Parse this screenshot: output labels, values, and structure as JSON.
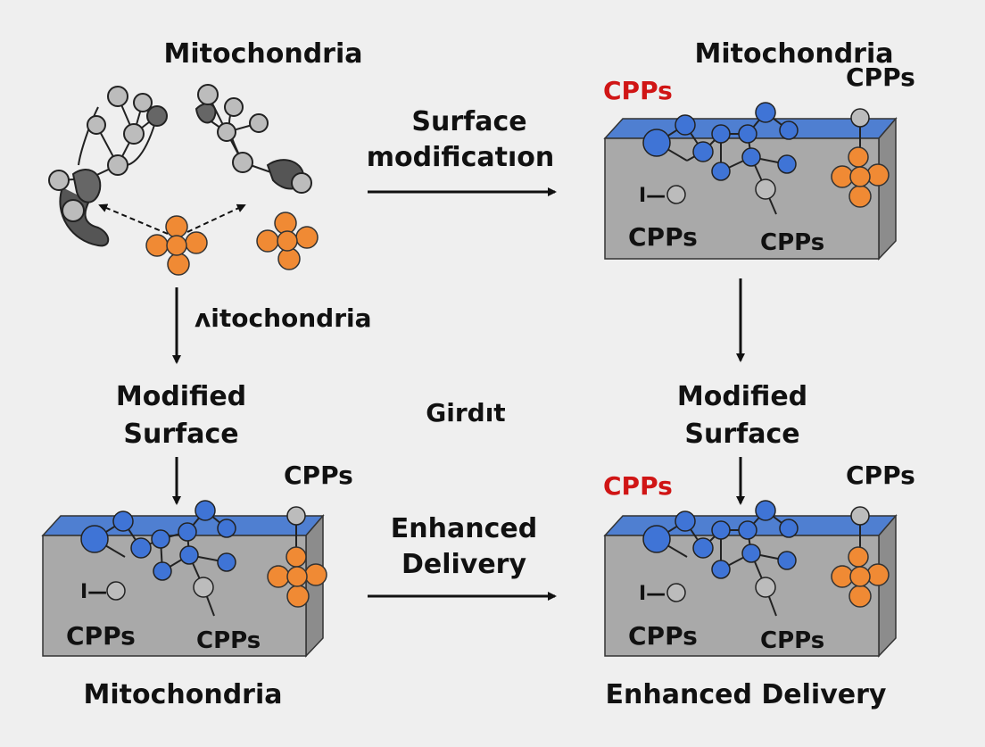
{
  "labels": {
    "top_left_title": "Mitochondria",
    "top_right_title": "Mitochondria",
    "top_right_cpps_red": "CPPs",
    "top_right_cpps_corner": "CPPs",
    "top_right_cpps_left": "CPPs",
    "top_right_cpps_mid": "CPPs",
    "arrow_top_label_line1": "Surface",
    "arrow_top_label_line2": "modificatıon",
    "left_down_label": "ʌitochondria",
    "left_modified_line1": "Modified",
    "left_modified_line2": "Surface",
    "center_label": "Girdıt",
    "right_modified_line1": "Modified",
    "right_modified_line2": "Surface",
    "bottom_left_cpps_corner": "CPPs",
    "bottom_left_cpps_left": "CPPs",
    "bottom_left_cpps_mid": "CPPs",
    "bottom_mid_line1": "Enhanced",
    "bottom_mid_line2": "Delivery",
    "bottom_right_cpps_red": "CPPs",
    "bottom_right_cpps_corner": "CPPs",
    "bottom_right_cpps_left": "CPPs",
    "bottom_right_cpps_mid": "CPPs",
    "bottom_left_title": "Mitochondria",
    "bottom_right_title": "Enhanced Delivery",
    "key_symbol": "I—"
  },
  "colors": {
    "background": "#efefef",
    "slab_front": "#a9a9a9",
    "slab_side": "#8c8c8c",
    "slab_top": "#4f7fd1",
    "node_blue": "#3f74d6",
    "node_orange": "#f08a34",
    "node_gray": "#bcbcbc",
    "node_dark": "#666666",
    "text": "#111111",
    "accent_red": "#d01515"
  }
}
